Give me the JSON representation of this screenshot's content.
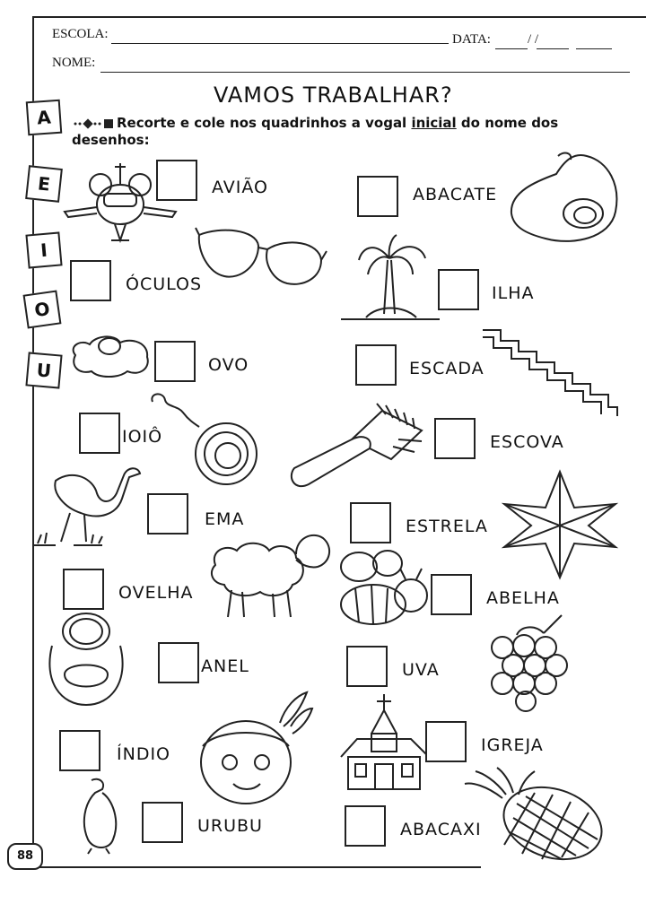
{
  "header": {
    "school_label": "ESCOLA:",
    "date_label": "DATA:",
    "date_slashes": "/          /",
    "name_label": "NOME:"
  },
  "title": "VAMOS TRABALHAR?",
  "instruction": {
    "part1": "Recorte e cole nos quadrinhos a vogal ",
    "underlined": "inicial",
    "part2": " do nome dos desenhos:"
  },
  "vowels": [
    "A",
    "E",
    "I",
    "O",
    "U"
  ],
  "items": [
    {
      "word": "AVIÃO",
      "picture": "airplane-icon"
    },
    {
      "word": "ABACATE",
      "picture": "avocado-icon"
    },
    {
      "word": "ÓCULOS",
      "picture": "glasses-icon"
    },
    {
      "word": "ILHA",
      "picture": "island-icon"
    },
    {
      "word": "OVO",
      "picture": "fried-egg-icon"
    },
    {
      "word": "ESCADA",
      "picture": "stairs-icon"
    },
    {
      "word": "IOIÔ",
      "picture": "yoyo-icon"
    },
    {
      "word": "ESCOVA",
      "picture": "brush-icon"
    },
    {
      "word": "EMA",
      "picture": "emu-icon"
    },
    {
      "word": "ESTRELA",
      "picture": "star-icon"
    },
    {
      "word": "OVELHA",
      "picture": "sheep-icon"
    },
    {
      "word": "ABELHA",
      "picture": "bee-icon"
    },
    {
      "word": "ANEL",
      "picture": "ring-icon"
    },
    {
      "word": "UVA",
      "picture": "grapes-icon"
    },
    {
      "word": "ÍNDIO",
      "picture": "indian-icon"
    },
    {
      "word": "IGREJA",
      "picture": "church-icon"
    },
    {
      "word": "URUBU",
      "picture": "vulture-icon"
    },
    {
      "word": "ABACAXI",
      "picture": "pineapple-icon"
    }
  ],
  "page_number": "88"
}
